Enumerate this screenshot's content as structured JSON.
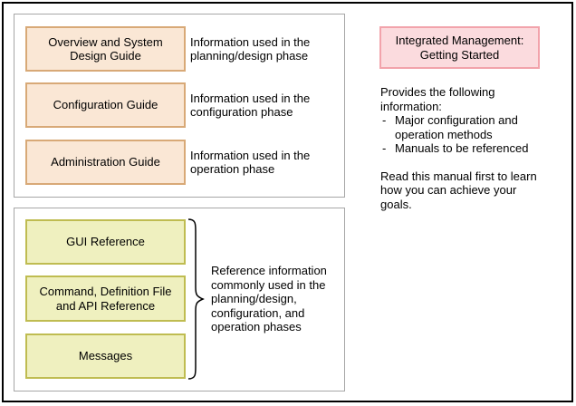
{
  "colors": {
    "peach-fill": "#FAE7D5",
    "peach-border": "#D8A977",
    "green-fill": "#EFF0BF",
    "green-border": "#BFBC51",
    "pink-fill": "#FBDBDE",
    "pink-border": "#F2A3AB",
    "group-border": "#A6A6A6",
    "outer-border": "#000000"
  },
  "top_group": {
    "rows": [
      {
        "box_label": "Overview and System\nDesign Guide",
        "description": "Information used in the\nplanning/design phase"
      },
      {
        "box_label": "Configuration Guide",
        "description": "Information used in the\nconfiguration phase"
      },
      {
        "box_label": "Administration Guide",
        "description": "Information used in the\noperation phase"
      }
    ]
  },
  "bottom_group": {
    "boxes": [
      {
        "label": "GUI Reference"
      },
      {
        "label": "Command, Definition File\nand API Reference"
      },
      {
        "label": "Messages"
      }
    ],
    "brace_note": "Reference information\ncommonly used in the\nplanning/design,\nconfiguration, and\noperation phases"
  },
  "right_panel": {
    "box_label": "Integrated Management:\nGetting Started",
    "intro": "Provides the following\ninformation:",
    "bullet_marker": "-",
    "bullets": [
      "Major configuration and\noperation methods",
      "Manuals to be referenced"
    ],
    "outro": "Read this manual first to learn\nhow you can achieve your\ngoals."
  }
}
